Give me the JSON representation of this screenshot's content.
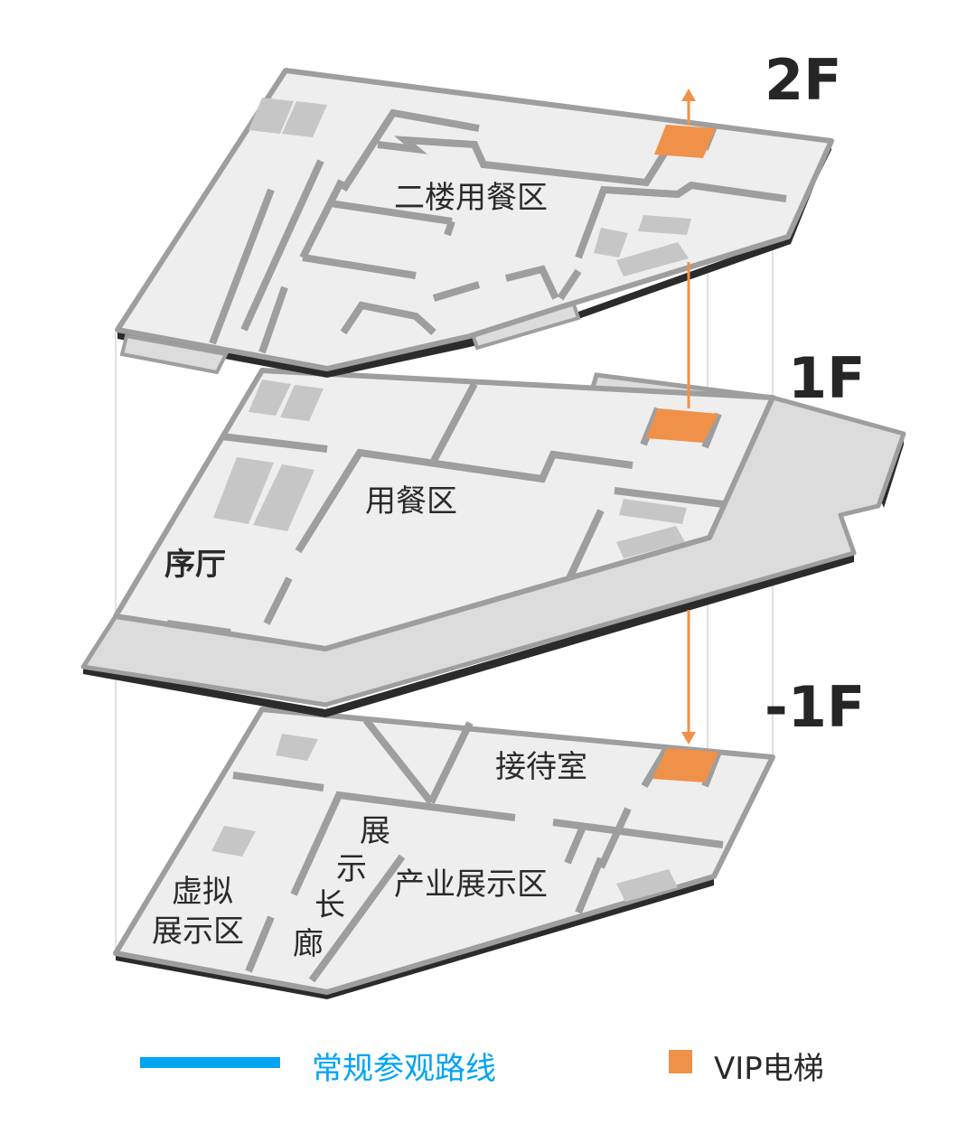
{
  "floors": [
    {
      "tag": "2F",
      "rooms": [
        "二楼用餐区"
      ]
    },
    {
      "tag": "1F",
      "rooms": [
        "用餐区",
        "序厅"
      ]
    },
    {
      "tag": "-1F",
      "rooms": [
        "接待室",
        "产业展示区",
        "虚拟",
        "展示区",
        "展",
        "示",
        "长",
        "廊"
      ]
    }
  ],
  "legend": {
    "route_label": "常规参观路线",
    "vip_label": "VIP电梯"
  },
  "colors": {
    "route": "#00a4f2",
    "vip_elevator": "#f0914a",
    "floor": "#eeeeee",
    "wall": "#9e9e9e",
    "edge": "#2b2b2b"
  }
}
